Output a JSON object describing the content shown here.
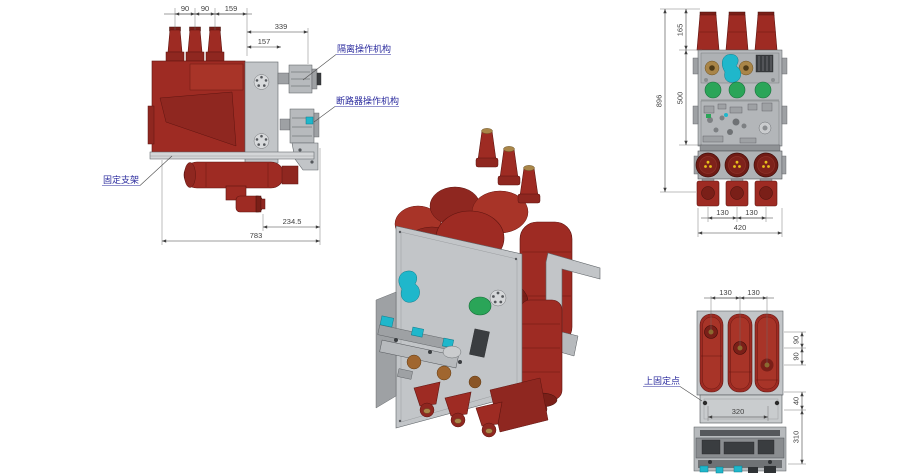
{
  "side_view": {
    "dims": {
      "w90_left": "90",
      "w90_right": "90",
      "w159": "159",
      "w339": "339",
      "w157": "157",
      "w234_5": "234.5",
      "w783": "783"
    },
    "callouts": {
      "isolation": "隔离操作机构",
      "breaker": "断路器操作机构",
      "bracket": "固定支架"
    }
  },
  "front_view": {
    "dims": {
      "h165": "165",
      "h896": "896",
      "h500": "500",
      "w130_left": "130",
      "w130_right": "130",
      "w420": "420"
    }
  },
  "top_view": {
    "dims": {
      "w130_left": "130",
      "w130_right": "130",
      "h90_top": "90",
      "h90_bottom": "90",
      "h40": "40",
      "h310": "310",
      "w320": "320"
    },
    "callouts": {
      "upper_fix": "上固定点"
    }
  },
  "colors": {
    "body_red": "#9E2B23",
    "body_red_dark": "#7A1F18",
    "panel_gray": "#C2C5C8",
    "accent_green": "#2AA558",
    "accent_cyan": "#1FB7CB",
    "accent_brass": "#A98548",
    "callout_blue": "#2B2B9E",
    "dim_text": "#3F3F3F"
  }
}
